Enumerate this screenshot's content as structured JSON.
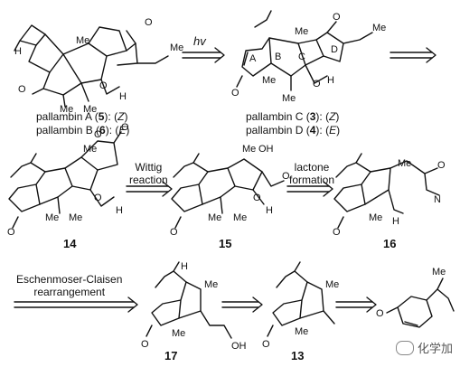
{
  "top_row": {
    "pallambin_A": {
      "name": "pallambin A",
      "num": "5",
      "iso": "Z"
    },
    "pallambin_B": {
      "name": "pallambin B",
      "num": "6",
      "iso": "E"
    },
    "pallambin_C": {
      "name": "pallambin C",
      "num": "3",
      "iso": "Z"
    },
    "pallambin_D": {
      "name": "pallambin D",
      "num": "4",
      "iso": "E"
    },
    "hv_label": "hv"
  },
  "middle_row": {
    "compounds": [
      "14",
      "15",
      "16"
    ],
    "step1": [
      "Wittig",
      "reaction"
    ],
    "step2": [
      "lactone",
      "formation"
    ]
  },
  "bottom_row": {
    "compounds": [
      "17",
      "13"
    ],
    "step": [
      "Eschenmoser-Claisen",
      "rearrangement"
    ]
  },
  "atoms": {
    "Me": "Me",
    "H": "H",
    "O": "O",
    "OH": "OH",
    "N": "N",
    "ring_A": "A",
    "ring_B": "B",
    "ring_C": "C",
    "ring_D": "D"
  },
  "watermark": "化学加"
}
